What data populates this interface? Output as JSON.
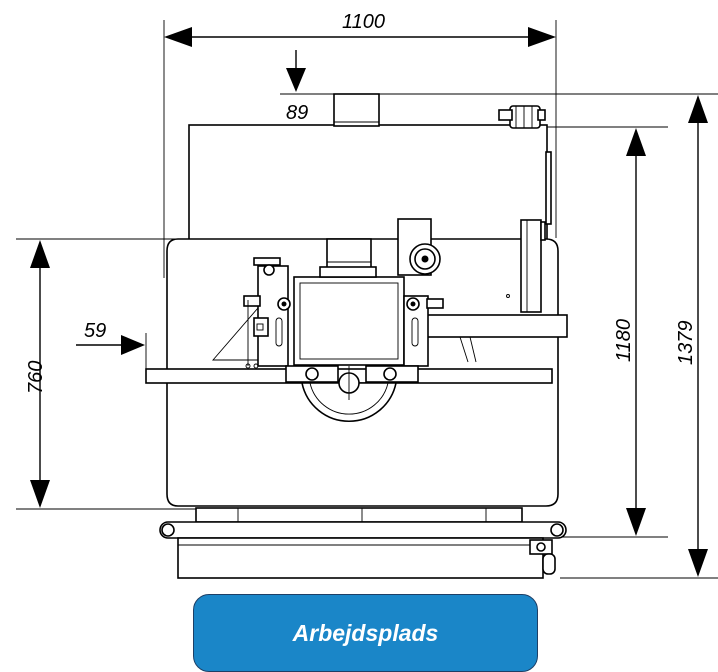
{
  "dimensions": {
    "width": "1100",
    "top_gap": "89",
    "side_offset": "59",
    "table_height": "760",
    "body_height": "1180",
    "total_height": "1379"
  },
  "button": {
    "label": "Arbejdsplads"
  },
  "colors": {
    "button_fill": "#1a86c8",
    "button_border": "#1d3f66",
    "line": "#000000"
  }
}
